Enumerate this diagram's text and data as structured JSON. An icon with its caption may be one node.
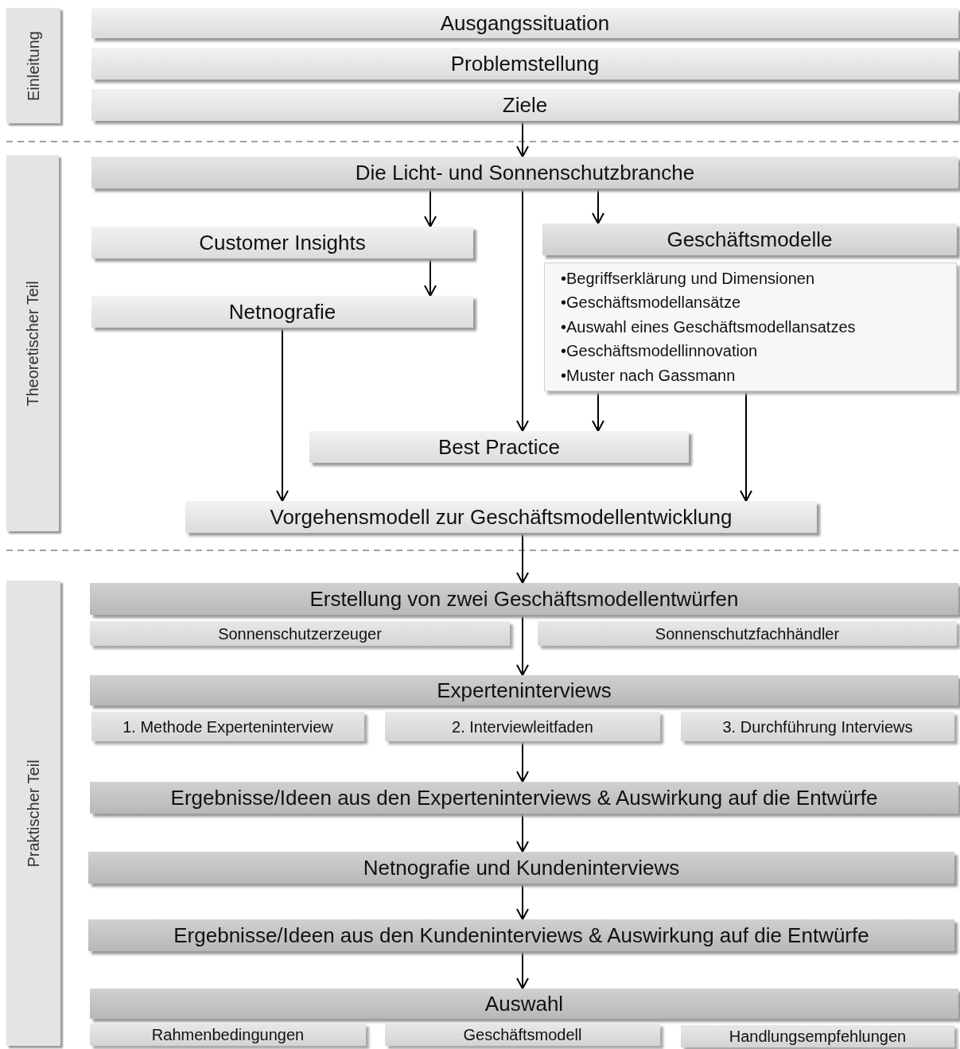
{
  "diagram": {
    "nodes": [
      {
        "text": [
          "Einleitung"
        ]
      },
      {
        "text": [
          "Theoretischer Teil"
        ]
      },
      {
        "text": [
          "Praktischer Teil"
        ]
      },
      {
        "text": [
          "Ausgangssituation"
        ]
      },
      {
        "text": [
          "Problemstellung"
        ]
      },
      {
        "text": [
          "Ziele"
        ]
      },
      {
        "text": [
          "Die Licht- und Sonnenschutzbranche"
        ]
      },
      {
        "text": [
          "Customer Insights"
        ]
      },
      {
        "text": [
          "Geschäftsmodelle"
        ]
      },
      {
        "text": [
          "•Begriffserklärung und Dimensionen",
          "•Geschäftsmodellansätze",
          "•Auswahl eines Geschäftsmodellansatzes",
          "•Geschäftsmodellinnovation",
          "•Muster nach Gassmann"
        ]
      },
      {
        "text": [
          "Netnografie"
        ]
      },
      {
        "text": [
          "Best Practice"
        ]
      },
      {
        "text": [
          "Vorgehensmodell zur Geschäftsmodellentwicklung"
        ]
      },
      {
        "text": [
          "Erstellung von zwei Geschäftsmodellentwürfen"
        ]
      },
      {
        "text": [
          "Sonnenschutzerzeuger"
        ]
      },
      {
        "text": [
          "Sonnenschutzfachhändler"
        ]
      },
      {
        "text": [
          "Experteninterviews"
        ]
      },
      {
        "text": [
          "1. Methode  Experteninterview"
        ]
      },
      {
        "text": [
          "2. Interviewleitfaden"
        ]
      },
      {
        "text": [
          "3. Durchführung Interviews"
        ]
      },
      {
        "text": [
          "Ergebnisse/Ideen aus den Experteninterviews & Auswirkung auf die Entwürfe"
        ]
      },
      {
        "text": [
          "Netnografie und Kundeninterviews"
        ]
      },
      {
        "text": [
          "Ergebnisse/Ideen aus den Kundeninterviews & Auswirkung auf die Entwürfe"
        ]
      },
      {
        "text": [
          "Auswahl"
        ]
      },
      {
        "text": [
          "Rahmenbedingungen"
        ]
      },
      {
        "text": [
          "Geschäftsmodell"
        ]
      },
      {
        "text": [
          "Handlungsempfehlungen"
        ]
      }
    ],
    "edges": [
      {
        "from": 5,
        "to": 6,
        "arrow": "to"
      },
      {
        "from": 6,
        "to": 7,
        "arrow": "to"
      },
      {
        "from": 6,
        "to": 8,
        "arrow": "to"
      },
      {
        "from": 6,
        "to": 11,
        "arrow": "to"
      },
      {
        "from": 7,
        "to": 10,
        "arrow": "to"
      },
      {
        "from": 9,
        "to": 11,
        "arrow": "to"
      },
      {
        "from": 9,
        "to": 12,
        "arrow": "to"
      },
      {
        "from": 10,
        "to": 12,
        "arrow": "to"
      },
      {
        "from": 12,
        "to": 13,
        "arrow": "to"
      },
      {
        "from": 13,
        "to": 16,
        "arrow": "to"
      },
      {
        "from": 18,
        "to": 20,
        "arrow": "to"
      },
      {
        "from": 20,
        "to": 21,
        "arrow": "to"
      },
      {
        "from": 21,
        "to": 22,
        "arrow": "to"
      },
      {
        "from": 22,
        "to": 23,
        "arrow": "to"
      }
    ]
  }
}
